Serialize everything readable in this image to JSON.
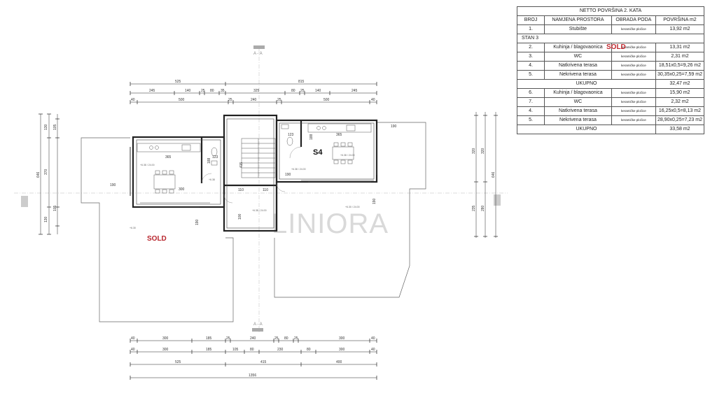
{
  "table": {
    "title": "NETTO POVRŠINA 2. KATA",
    "headers": [
      "BROJ",
      "NAMJENA PROSTORA",
      "OBRADA PODA",
      "POVRŠINA m2"
    ],
    "row1": {
      "no": "1.",
      "name": "Stubište",
      "mat": "keramičke pločice",
      "area": "13,92 m2"
    },
    "section": "STAN 3",
    "stan3": [
      {
        "no": "2.",
        "name": "Kuhinja / blagovaonica",
        "mat": "keramičke pločice",
        "area": "13,31 m2"
      },
      {
        "no": "3.",
        "name": "WC",
        "mat": "keramičke pločice",
        "area": "2,31 m2"
      },
      {
        "no": "4.",
        "name": "Natkrivena terasa",
        "mat": "keramičke pločice",
        "area": "18,51x0,5=9,26 m2"
      },
      {
        "no": "5.",
        "name": "Nekrivena terasa",
        "mat": "keramičke pločice",
        "area": "30,35x0,25=7,59 m2"
      }
    ],
    "total1": {
      "label": "UKUPNO",
      "area": "32,47 m2"
    },
    "stan4": [
      {
        "no": "6.",
        "name": "Kuhinja / blagovaonica",
        "mat": "keramičke pločice",
        "area": "15,90 m2"
      },
      {
        "no": "7.",
        "name": "WC",
        "mat": "keramičke pločice",
        "area": "2,32 m2"
      },
      {
        "no": "4.",
        "name": "Natkrivena terasa",
        "mat": "keramičke pločice",
        "area": "16,25x0,5=8,13 m2"
      },
      {
        "no": "5.",
        "name": "Nekrivena terasa",
        "mat": "keramičke pločice",
        "area": "28,90x0,25=7,23 m2"
      }
    ],
    "total2": {
      "label": "UKUPNO",
      "area": "33,58 m2"
    },
    "sold_label": "SOLD"
  },
  "plan": {
    "sold_label": "SOLD",
    "apartment_label": "S4",
    "watermark": "LINIORA",
    "section_top": "A - A",
    "section_bottom": "A - A",
    "top_dims": {
      "row1": [
        "525",
        "815"
      ],
      "row2": [
        "245",
        "140",
        "25",
        "80",
        "35",
        "325",
        "80",
        "25",
        "140",
        "245"
      ],
      "row3": [
        "40",
        "500",
        "25",
        "240",
        "25",
        "500",
        "40"
      ]
    },
    "bottom_dims": {
      "row1": [
        "40",
        "300",
        "185",
        "25",
        "240",
        "25",
        "80",
        "25",
        "300",
        "40"
      ],
      "row2": [
        "40",
        "300",
        "185",
        "105",
        "80",
        "230",
        "80",
        "300",
        "40"
      ],
      "row3": [
        "525",
        "415",
        "400"
      ],
      "row4": [
        "1356"
      ]
    },
    "left_dims": [
      "130",
      "105",
      "370",
      "105",
      "130",
      "646"
    ],
    "right_dims": [
      "320",
      "320",
      "235",
      "280",
      "646"
    ],
    "interior_dims": [
      "365",
      "123",
      "365",
      "190",
      "190",
      "190",
      "188",
      "188",
      "110",
      "110",
      "300",
      "190",
      "100",
      "415",
      "123",
      "190"
    ]
  }
}
